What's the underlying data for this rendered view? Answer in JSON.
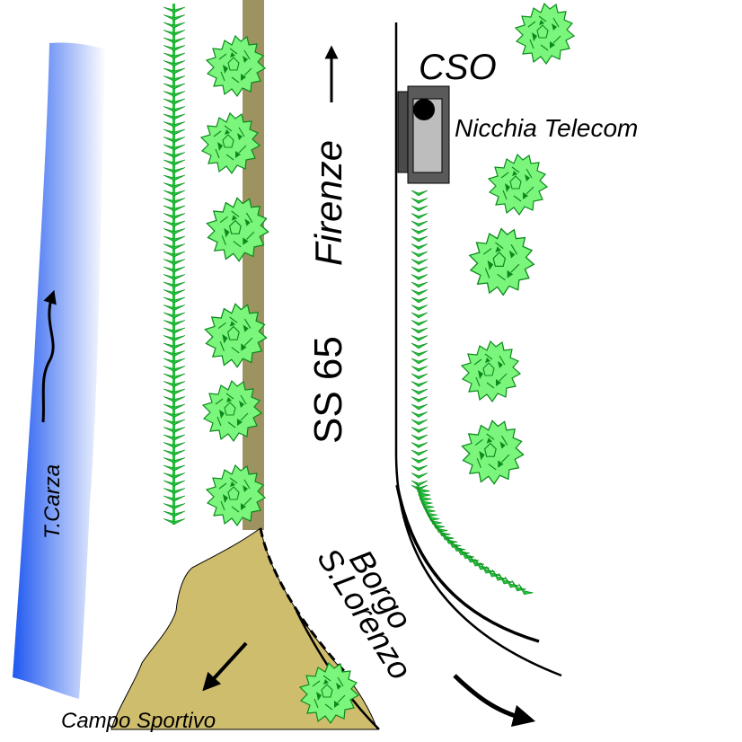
{
  "labels": {
    "river": "T.Carza",
    "road": "SS 65",
    "direction": "Firenze",
    "cso": "CSO",
    "niche": "Nicchia Telecom",
    "village_line1": "Borgo",
    "village_line2": "S.Lorenzo",
    "sports_field": "Campo Sportivo"
  },
  "colors": {
    "river_dark": "#1e57f0",
    "river_light": "#ffffff",
    "path": "#9c9360",
    "field": "#cfbd6e",
    "grass": "#22c33a",
    "tree_fill": "#7cf57c",
    "tree_stroke": "#0b8a1c",
    "niche_gray": "#bdbdbd",
    "niche_dark": "#4a4a4a"
  },
  "icons": [
    "arrow-up-icon",
    "arrow-down-left-icon",
    "arrow-right-curve-icon",
    "tree-icon",
    "grass-hedge-icon",
    "manhole-icon"
  ]
}
